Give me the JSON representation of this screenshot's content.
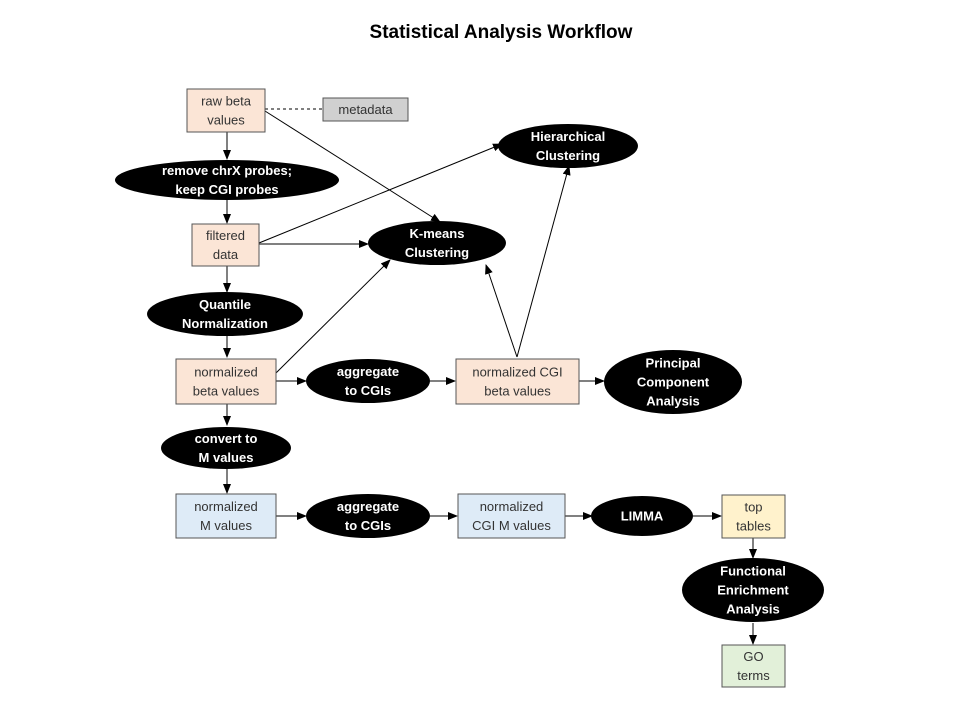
{
  "title": "Statistical Analysis Workflow",
  "colors": {
    "peach": "#fbe5d6",
    "gray": "#d0d0d0",
    "blue": "#deebf7",
    "yellow": "#fff2cc",
    "green": "#e2f0d9",
    "ellipse": "#000000"
  },
  "nodes": {
    "raw_beta": {
      "lines": [
        "raw beta",
        "values"
      ],
      "color": "peach"
    },
    "metadata": {
      "lines": [
        "metadata"
      ],
      "color": "gray"
    },
    "remove_chrx": {
      "lines": [
        "remove chrX probes;",
        "keep CGI probes"
      ]
    },
    "filtered": {
      "lines": [
        "filtered",
        "data"
      ],
      "color": "peach"
    },
    "quantile": {
      "lines": [
        "Quantile",
        "Normalization"
      ]
    },
    "norm_beta": {
      "lines": [
        "normalized",
        "beta values"
      ],
      "color": "peach"
    },
    "agg_cgi_1": {
      "lines": [
        "aggregate",
        "to CGIs"
      ]
    },
    "norm_cgi_beta": {
      "lines": [
        "normalized CGI",
        "beta values"
      ],
      "color": "peach"
    },
    "pca": {
      "lines": [
        "Principal",
        "Component",
        "Analysis"
      ]
    },
    "hclust": {
      "lines": [
        "Hierarchical",
        "Clustering"
      ]
    },
    "kmeans": {
      "lines": [
        "K-means",
        "Clustering"
      ]
    },
    "convert_m": {
      "lines": [
        "convert to",
        "M values"
      ]
    },
    "norm_m": {
      "lines": [
        "normalized",
        "M values"
      ],
      "color": "blue"
    },
    "agg_cgi_2": {
      "lines": [
        "aggregate",
        "to CGIs"
      ]
    },
    "norm_cgi_m": {
      "lines": [
        "normalized",
        "CGI M values"
      ],
      "color": "blue"
    },
    "limma": {
      "lines": [
        "LIMMA"
      ]
    },
    "top_tables": {
      "lines": [
        "top",
        "tables"
      ],
      "color": "yellow"
    },
    "functional": {
      "lines": [
        "Functional",
        "Enrichment",
        "Analysis"
      ]
    },
    "go_terms": {
      "lines": [
        "GO",
        "terms"
      ],
      "color": "green"
    }
  }
}
